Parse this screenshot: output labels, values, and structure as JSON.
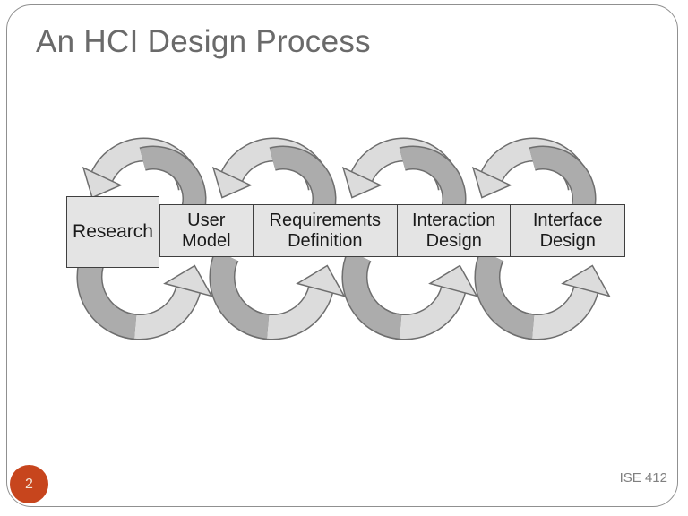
{
  "slide": {
    "title": "An HCI Design Process",
    "page_number": "2",
    "course_code": "ISE 412"
  },
  "diagram": {
    "stages": [
      {
        "name": "Research",
        "line1": "Research",
        "line2": ""
      },
      {
        "name": "User Model",
        "line1": "User",
        "line2": "Model"
      },
      {
        "name": "Requirements Definition",
        "line1": "Requirements",
        "line2": "Definition"
      },
      {
        "name": "Interaction Design",
        "line1": "Interaction",
        "line2": "Design"
      },
      {
        "name": "Interface Design",
        "line1": "Interface",
        "line2": "Design"
      }
    ],
    "arrows": {
      "top_row": {
        "count": 4,
        "head_direction": "down",
        "style": "curved loop over the bar"
      },
      "bottom_row": {
        "count": 4,
        "head_direction": "up",
        "style": "curved loop under the bar"
      }
    }
  },
  "colors": {
    "background": "#ffffff",
    "frame_border": "#909090",
    "title_text": "#6a6a6a",
    "box_fill": "#e4e4e4",
    "box_border": "#3f3f3f",
    "box_text": "#1a1a1a",
    "arrow_light": "#dcdcdc",
    "arrow_dark": "#acacac",
    "arrow_outline": "#6e6e6e",
    "badge_bg": "#c7451d",
    "badge_text": "#f2e4d7",
    "footer_text": "#808080"
  }
}
